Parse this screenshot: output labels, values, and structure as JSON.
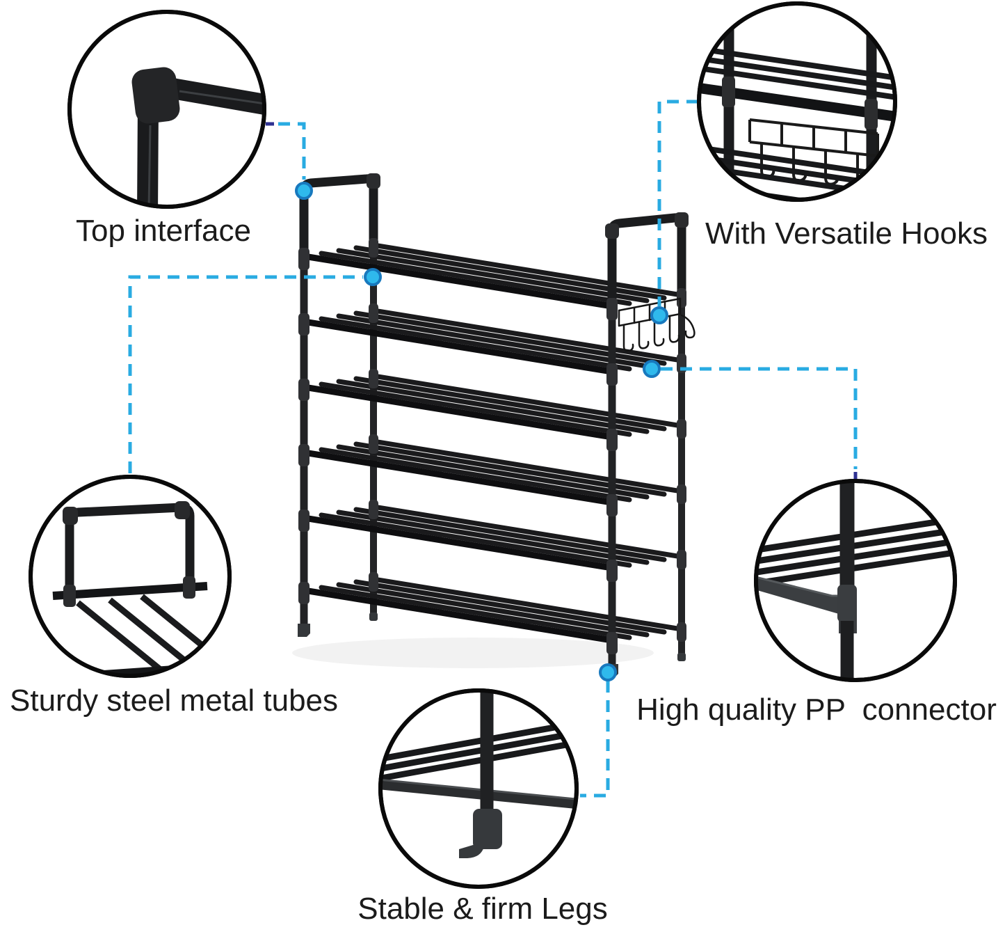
{
  "diagram": {
    "type": "product-feature-callout-diagram",
    "background": "#ffffff",
    "colors": {
      "leader_dash": "#29ABE2",
      "leader_navy_accent": "#2E3192",
      "dot_fill": "#2FB9EC",
      "dot_ring": "#1879BE",
      "circle_outline": "#0a0a0a",
      "rack_black": "#1a1a1c",
      "connector_gray": "#3b3e41",
      "text": "#1b1b1b"
    },
    "subject": {
      "description": "black metal wire shoe rack with two top handles, side hanging hooks and raised legs",
      "tiers": 6,
      "hooks_on_rail": 5
    },
    "callouts": [
      {
        "id": "top-interface",
        "label": "Top interface",
        "position": "top-left"
      },
      {
        "id": "versatile-hooks",
        "label": "With Versatile Hooks",
        "position": "top-right"
      },
      {
        "id": "steel-tubes",
        "label": "Sturdy steel metal tubes",
        "position": "middle-left"
      },
      {
        "id": "pp-connector",
        "label": "High quality PP  connector",
        "position": "bottom-right"
      },
      {
        "id": "firm-legs",
        "label": "Stable & firm Legs",
        "position": "bottom-center"
      }
    ]
  }
}
